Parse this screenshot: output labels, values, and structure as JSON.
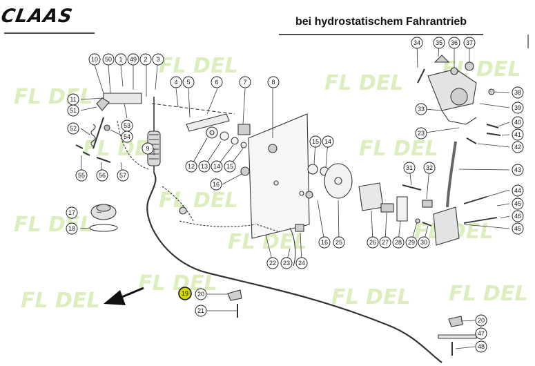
{
  "brand": {
    "logo_text": "CLAAS"
  },
  "header": {
    "title": "bei hydrostatischem Fahrantrieb"
  },
  "watermark": {
    "text": "FL DEL"
  },
  "colors": {
    "ink": "#111111",
    "line": "#333333",
    "callout_fill": "#ffffff",
    "highlight_fill": "#d7d700",
    "watermark": "#d6ecb2"
  },
  "callouts": [
    {
      "id": "c-10",
      "label": "10"
    },
    {
      "id": "c-50",
      "label": "50"
    },
    {
      "id": "c-1",
      "label": "1"
    },
    {
      "id": "c-49",
      "label": "49"
    },
    {
      "id": "c-2",
      "label": "2"
    },
    {
      "id": "c-3",
      "label": "3"
    },
    {
      "id": "c-4",
      "label": "4"
    },
    {
      "id": "c-5",
      "label": "5"
    },
    {
      "id": "c-6",
      "label": "6"
    },
    {
      "id": "c-7",
      "label": "7"
    },
    {
      "id": "c-8",
      "label": "8"
    },
    {
      "id": "c-11",
      "label": "11"
    },
    {
      "id": "c-51",
      "label": "51"
    },
    {
      "id": "c-53",
      "label": "53"
    },
    {
      "id": "c-52",
      "label": "52"
    },
    {
      "id": "c-54",
      "label": "54"
    },
    {
      "id": "c-9",
      "label": "9"
    },
    {
      "id": "c-12",
      "label": "12"
    },
    {
      "id": "c-13",
      "label": "13"
    },
    {
      "id": "c-14a",
      "label": "14"
    },
    {
      "id": "c-15a",
      "label": "15"
    },
    {
      "id": "c-55",
      "label": "55"
    },
    {
      "id": "c-56",
      "label": "56"
    },
    {
      "id": "c-57",
      "label": "57"
    },
    {
      "id": "c-16a",
      "label": "16"
    },
    {
      "id": "c-15b",
      "label": "15"
    },
    {
      "id": "c-14b",
      "label": "14"
    },
    {
      "id": "c-17",
      "label": "17"
    },
    {
      "id": "c-18",
      "label": "18"
    },
    {
      "id": "c-16b",
      "label": "16"
    },
    {
      "id": "c-25",
      "label": "25"
    },
    {
      "id": "c-22",
      "label": "22"
    },
    {
      "id": "c-23a",
      "label": "23"
    },
    {
      "id": "c-24",
      "label": "24"
    },
    {
      "id": "c-19",
      "label": "19"
    },
    {
      "id": "c-20a",
      "label": "20"
    },
    {
      "id": "c-21",
      "label": "21"
    },
    {
      "id": "c-34",
      "label": "34"
    },
    {
      "id": "c-35",
      "label": "35"
    },
    {
      "id": "c-36",
      "label": "36"
    },
    {
      "id": "c-37",
      "label": "37"
    },
    {
      "id": "c-38",
      "label": "38"
    },
    {
      "id": "c-33",
      "label": "33"
    },
    {
      "id": "c-39",
      "label": "39"
    },
    {
      "id": "c-40",
      "label": "40"
    },
    {
      "id": "c-41",
      "label": "41"
    },
    {
      "id": "c-23b",
      "label": "23"
    },
    {
      "id": "c-42",
      "label": "42"
    },
    {
      "id": "c-31",
      "label": "31"
    },
    {
      "id": "c-32",
      "label": "32"
    },
    {
      "id": "c-43",
      "label": "43"
    },
    {
      "id": "c-44",
      "label": "44"
    },
    {
      "id": "c-45a",
      "label": "45"
    },
    {
      "id": "c-46",
      "label": "46"
    },
    {
      "id": "c-45b",
      "label": "45"
    },
    {
      "id": "c-26",
      "label": "26"
    },
    {
      "id": "c-27",
      "label": "27"
    },
    {
      "id": "c-28",
      "label": "28"
    },
    {
      "id": "c-29",
      "label": "29"
    },
    {
      "id": "c-30",
      "label": "30"
    },
    {
      "id": "c-20b",
      "label": "20"
    },
    {
      "id": "c-47",
      "label": "47"
    },
    {
      "id": "c-48",
      "label": "48"
    }
  ]
}
